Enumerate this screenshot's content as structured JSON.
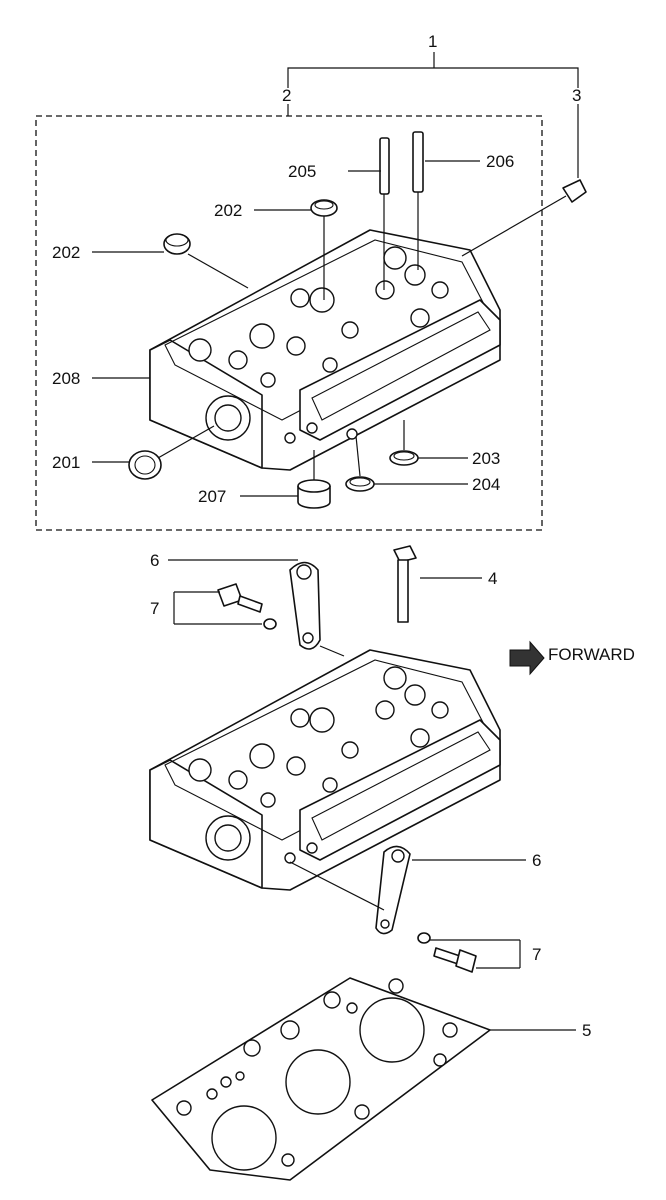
{
  "labels": {
    "l1": "1",
    "l2": "2",
    "l3": "3",
    "l4": "4",
    "l5": "5",
    "l6a": "6",
    "l6b": "6",
    "l7a": "7",
    "l7b": "7",
    "l201": "201",
    "l202a": "202",
    "l202b": "202",
    "l203": "203",
    "l204": "204",
    "l205": "205",
    "l206": "206",
    "l207": "207",
    "l208": "208"
  },
  "forward": {
    "label": "FORWARD"
  }
}
